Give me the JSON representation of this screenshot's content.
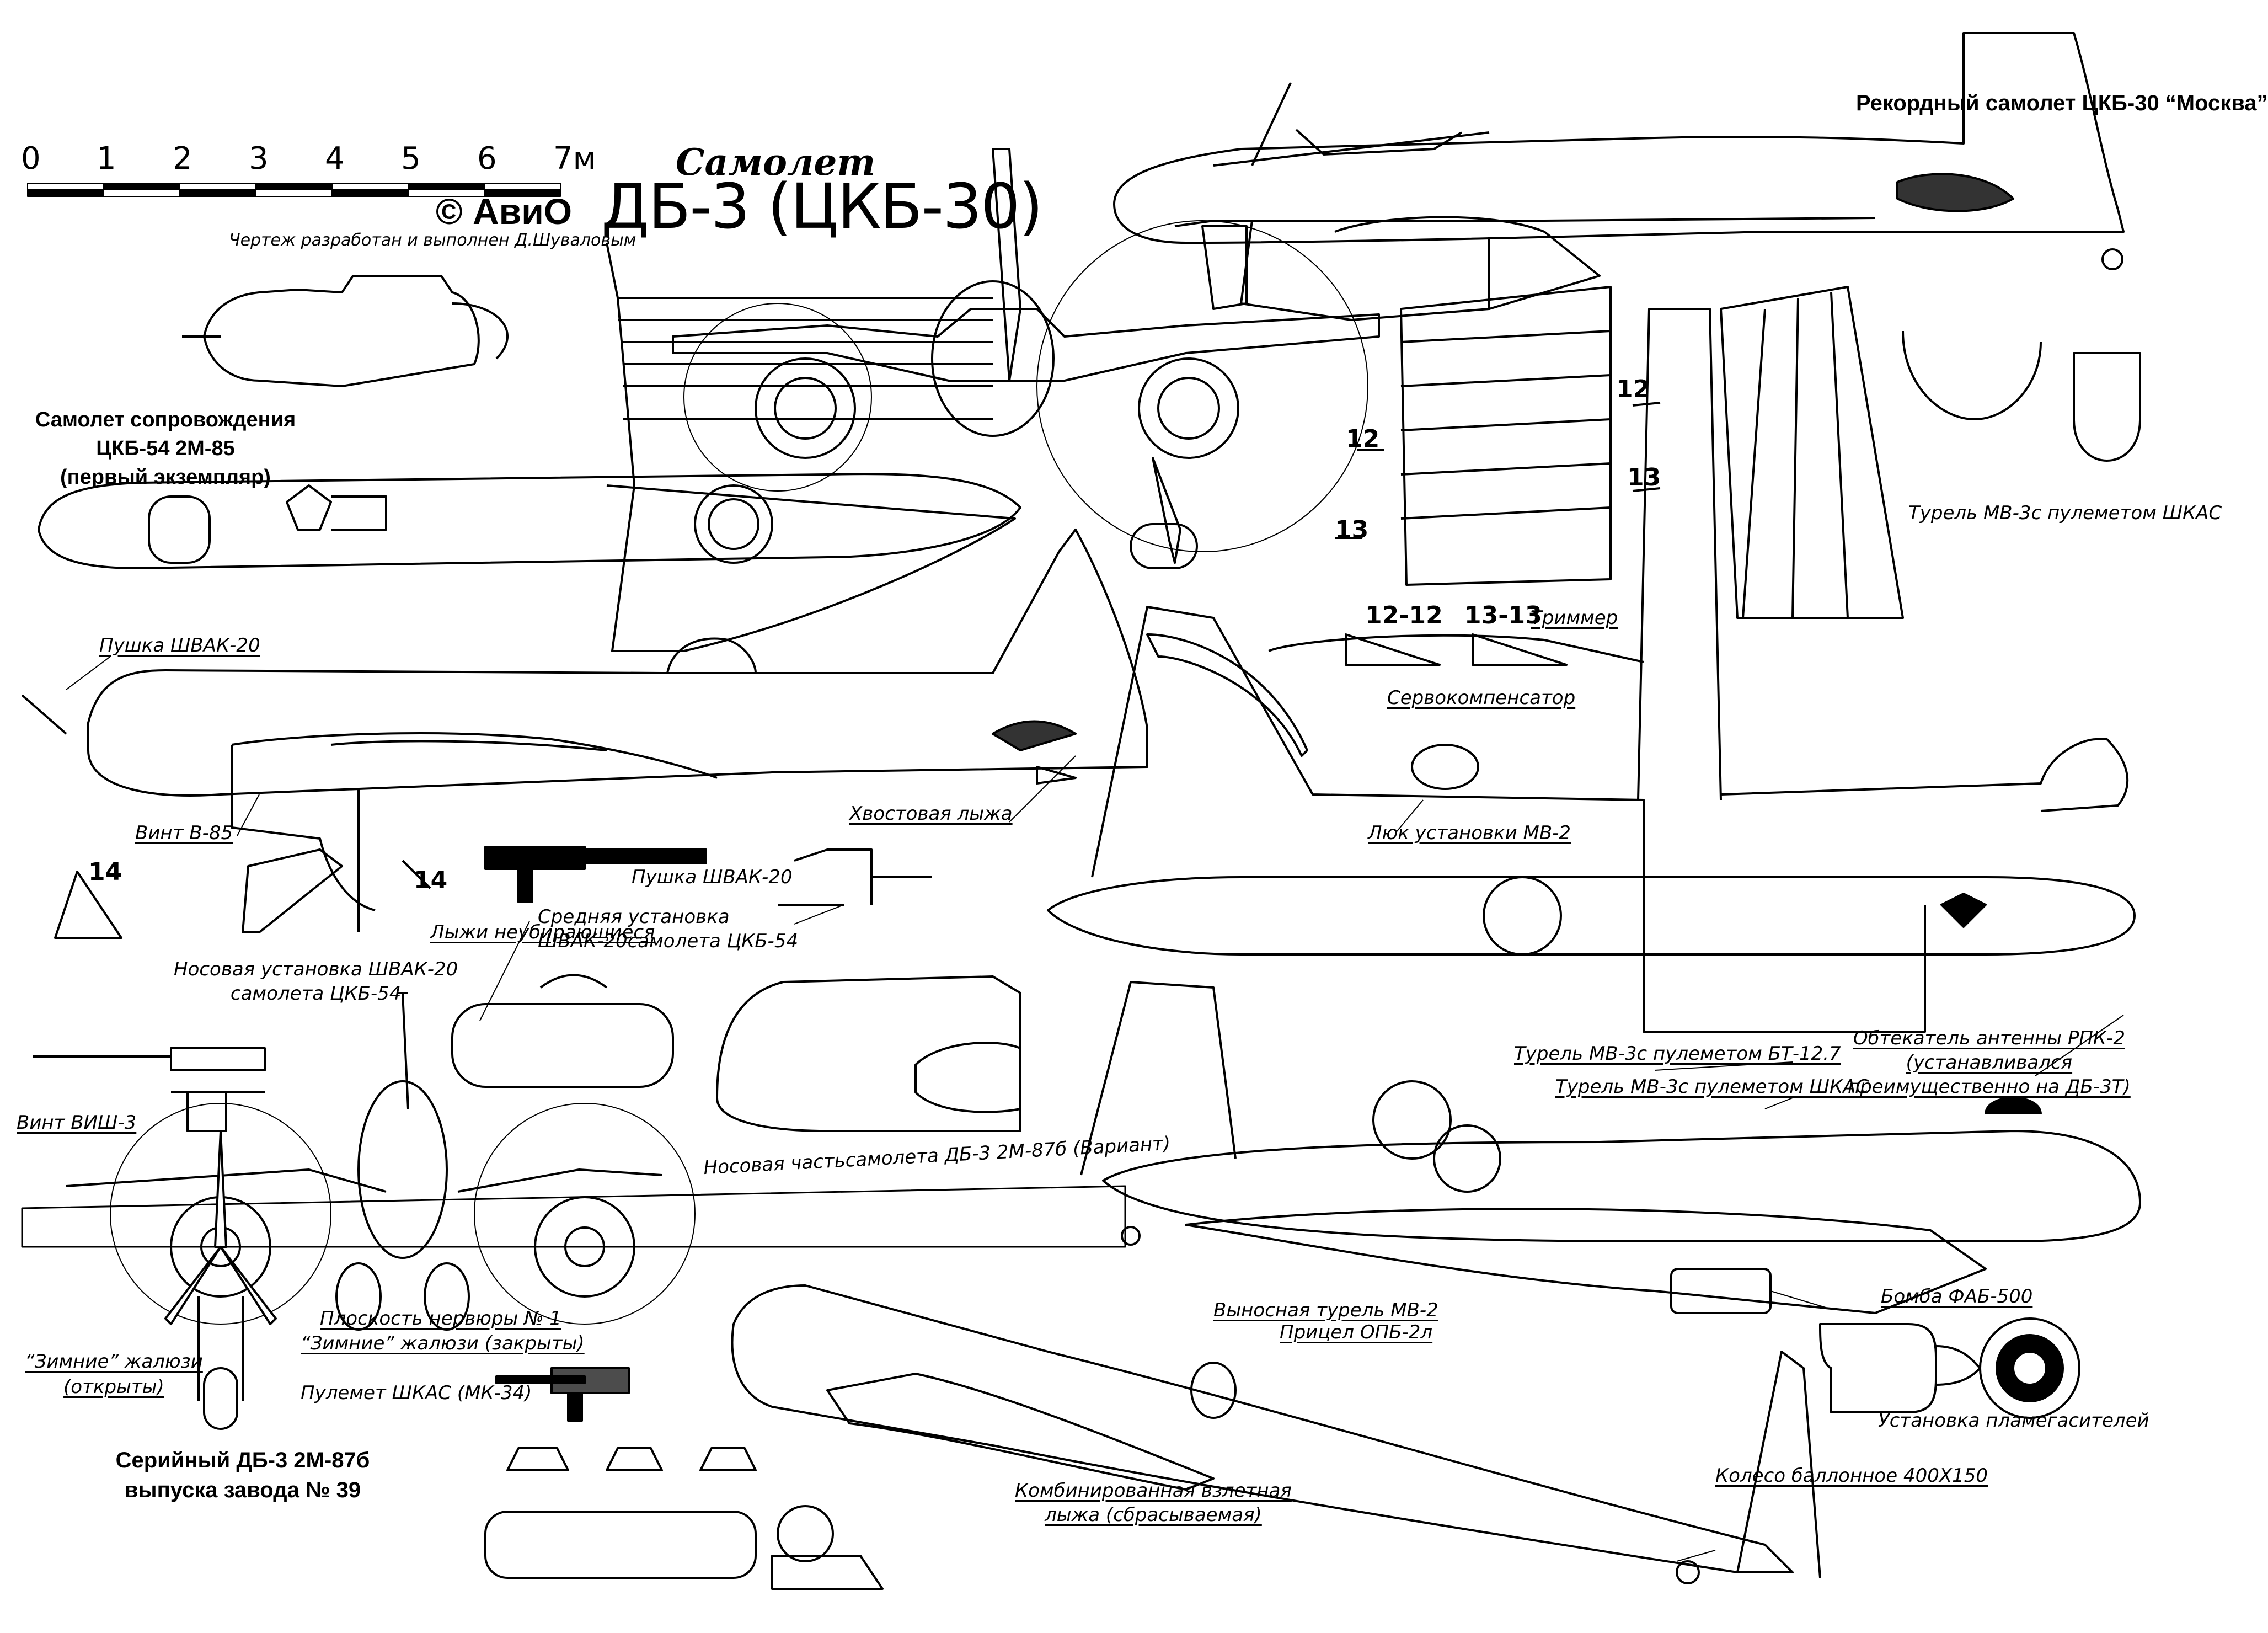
{
  "title": {
    "prefix": "Самолет",
    "main": "ДБ-3 (ЦКБ-30)",
    "copyright": "© АвиО",
    "credit": "Чертеж разработан и выполнен Д.Шуваловым"
  },
  "scale_bar": {
    "ticks": [
      "0",
      "1",
      "2",
      "3",
      "4",
      "5",
      "6",
      "7м"
    ],
    "unit": "м",
    "max_meters": 7
  },
  "headings": {
    "moskva": "Рекордный самолет ЦКБ-30 “Москва”",
    "escort": [
      "Самолет сопровождения",
      "ЦКБ-54 2М-85",
      "(первый экземпляр)"
    ],
    "serial": [
      "Серийный ДБ-3 2М-87б",
      "выпуска завода № 39"
    ]
  },
  "section_marks": {
    "s12": "12",
    "s13": "13",
    "s14": "14",
    "sec1212": "12-12",
    "sec1313": "13-13"
  },
  "callouts": {
    "turret_mv3_shkas_top": "Турель МВ-3с пулеметом ШКАС",
    "trimmer": "Триммер",
    "servo": "Сервокомпенсатор",
    "hatch_mv2": "Люк установки МВ-2",
    "shvak_gun_nose": "Пушка ШВАК-20",
    "vint_v85": "Винт В-85",
    "tail_ski": "Хвостовая лыжа",
    "shvak_gun": "Пушка ШВАК-20",
    "mid_mount": [
      "Средняя установка",
      "ШВАК-20самолета ЦКБ-54"
    ],
    "fixed_skis": "Лыжи неубирающиеся",
    "nose_mount": [
      "Носовая установка ШВАК-20",
      "самолета ЦКБ-54"
    ],
    "vint_vish3": "Винт ВИШ-3",
    "nose_variant": "Носовая частьсамолета ДБ-3 2М-87б (Вариант)",
    "antenna_rpk2": [
      "Обтекатель антенны РПК-2",
      "(устанавливался",
      "преимущественно на ДБ-3Т)"
    ],
    "turret_bt127": "Турель МВ-3с пулеметом  БТ-12.7",
    "turret_shkas": "Турель МВ-3с пулеметом ШКАС",
    "rib_plane": "Плоскость нервюры № 1",
    "winter_closed": "“Зимние” жалюзи (закрыты)",
    "winter_open": [
      "“Зимние” жалюзи",
      "(открыты)"
    ],
    "mg_shkas": "Пулемет ШКАС (МК-34)",
    "remote_turret": "Выносная турель МВ-2",
    "sight": "Прицел ОПБ-2л",
    "bomb": "Бомба ФАБ-500",
    "flame_damper": "Установка пламегасителей",
    "combined_ski": [
      "Комбинированная взлетная",
      "лыжа (сбрасываемая)"
    ],
    "wheel": "Колесо баллонное 400X150"
  }
}
